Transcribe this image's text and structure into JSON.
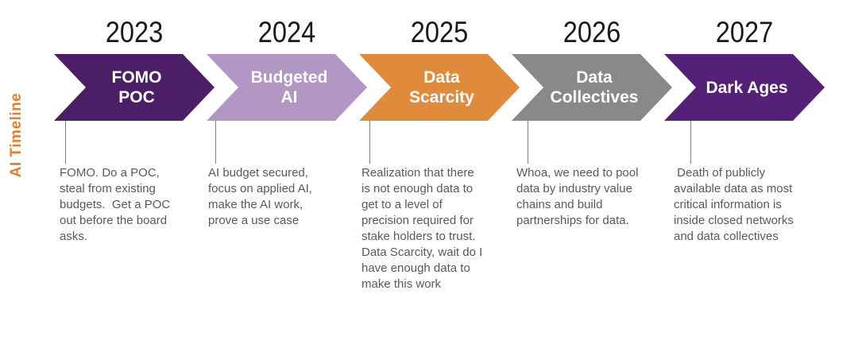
{
  "side_label": "AI Timeline",
  "colors": {
    "side_label_text": "#E0802F",
    "connector_line": "#7F7F7F",
    "year_text": "#1A1A1A",
    "description_text": "#595959",
    "arrow_label_text": "#FFFFFF"
  },
  "stages": [
    {
      "year": "2023",
      "title": "FOMO\nPOC",
      "color": "#4B1E66",
      "description": "FOMO. Do a POC,\nsteal from existing\nbudgets.  Get a POC\nout before the board\nasks."
    },
    {
      "year": "2024",
      "title": "Budgeted\nAI",
      "color": "#B296C3",
      "description": "AI budget secured,\nfocus on applied AI,\nmake the AI work,\nprove a use case"
    },
    {
      "year": "2025",
      "title": "Data\nScarcity",
      "color": "#E08A3C",
      "description": "Realization that there\nis not enough data to\nget to a level of\nprecision required for\nstake holders to trust.\nData Scarcity, wait do I\nhave enough data to\nmake this work"
    },
    {
      "year": "2026",
      "title": "Data\nCollectives",
      "color": "#8A8989",
      "description": "Whoa, we need to pool\ndata by industry value\nchains and build\npartnerships for data."
    },
    {
      "year": "2027",
      "title": "Dark Ages",
      "color": "#552078",
      "description": " Death of publicly\navailable data as most\ncritical information is\ninside closed networks\nand data collectives"
    }
  ]
}
